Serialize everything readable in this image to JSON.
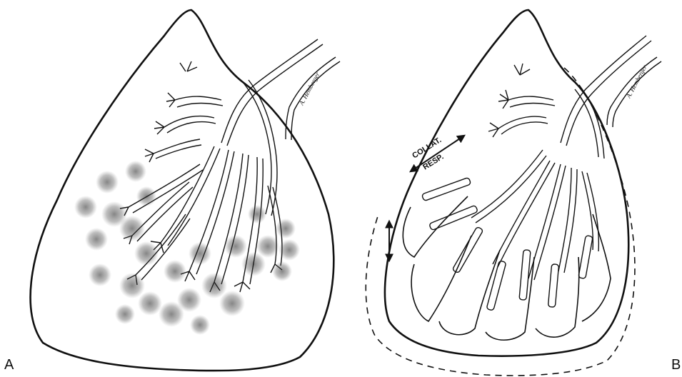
{
  "panels": [
    {
      "label": "A",
      "signature": "A. Hemberger"
    },
    {
      "label": "B",
      "signature": "A. Hemberger",
      "annotation_top": "COLLAT.",
      "annotation_bottom": "RESP."
    }
  ],
  "colors": {
    "ink": "#111111",
    "paper": "#ffffff"
  }
}
